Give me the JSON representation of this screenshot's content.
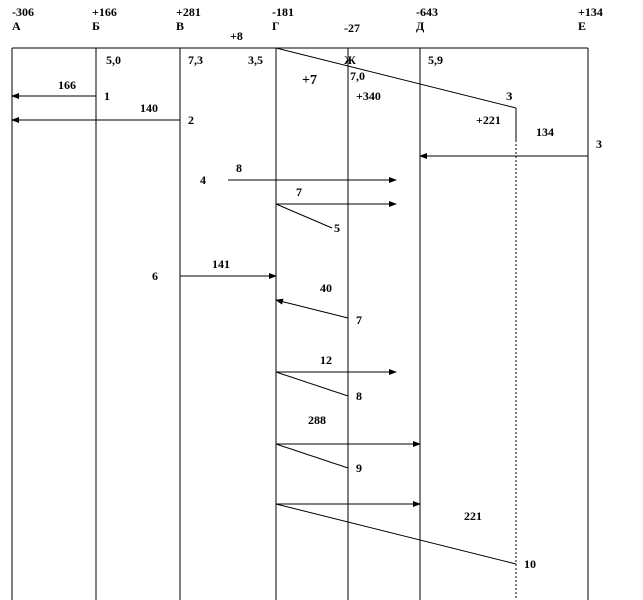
{
  "columns": [
    {
      "key": "a",
      "value": "-306",
      "label": "А"
    },
    {
      "key": "b",
      "value": "+166",
      "label": "Б"
    },
    {
      "key": "v",
      "value": "+281",
      "label": "В"
    },
    {
      "key": "g",
      "value": "-181",
      "label": "Г"
    },
    {
      "key": "zh",
      "value": "-27",
      "label": "Ж"
    },
    {
      "key": "d",
      "value": "-643",
      "label": "Д"
    },
    {
      "key": "e",
      "value": "+134",
      "label": "Е"
    }
  ],
  "extra_value": "+8",
  "top_values": {
    "b": "5,0",
    "v": "7,3",
    "g": "3,5",
    "zh": "7,0",
    "d": "5,9"
  },
  "top_balance": "+7",
  "point_3": {
    "label": "З",
    "balance": "+221"
  },
  "plus_340": "+340",
  "flows": [
    {
      "id": "1",
      "amount": "166"
    },
    {
      "id": "2",
      "amount": "140"
    },
    {
      "id": "3",
      "amount": "134"
    },
    {
      "id": "4",
      "amount": "8"
    },
    {
      "id": "5",
      "amount": "7"
    },
    {
      "id": "6",
      "amount": "141"
    },
    {
      "id": "7",
      "amount": "40"
    },
    {
      "id": "8",
      "amount": "12"
    },
    {
      "id": "9",
      "amount": "288"
    },
    {
      "id": "10",
      "amount": "221"
    }
  ]
}
